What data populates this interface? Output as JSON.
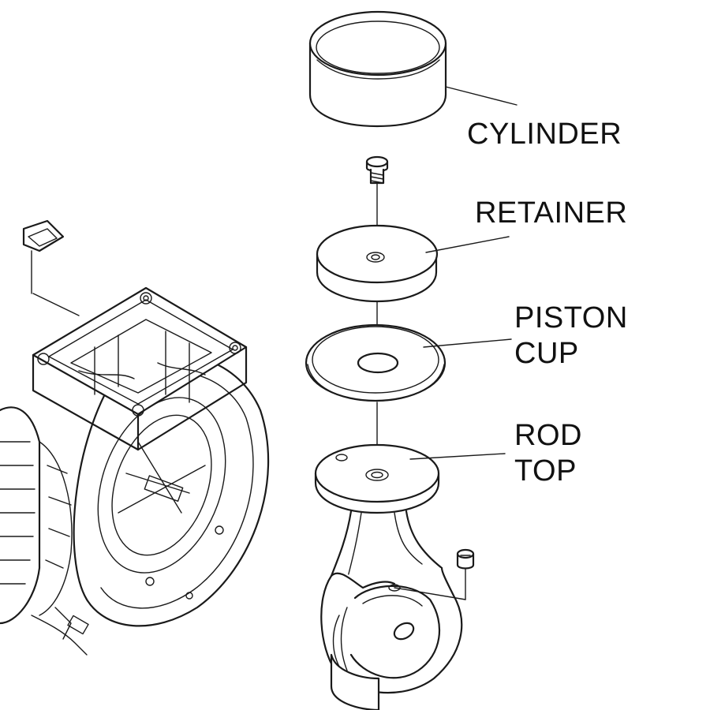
{
  "labels": {
    "cylinder": "CYLINDER",
    "retainer": "RETAINER",
    "piston_cup": [
      "PISTON",
      "CUP"
    ],
    "rod_top": [
      "ROD",
      "TOP"
    ]
  },
  "line_color": "#1a1a1a",
  "background_color": "#ffffff"
}
